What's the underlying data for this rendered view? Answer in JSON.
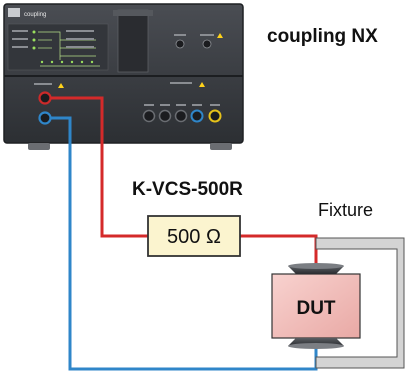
{
  "device": {
    "name_label": "coupling NX",
    "panel_brand": "coupling"
  },
  "resistor_module": {
    "name_label": "K-VCS-500R",
    "value_label": "500 Ω"
  },
  "fixture": {
    "label": "Fixture",
    "dut_label": "DUT"
  },
  "colors": {
    "red_wire": "#d42a2a",
    "blue_wire": "#2f86c9",
    "device_body": "#3a3d42",
    "resistor_fill": "#fbf4cf",
    "dut_fill": "#f4c6c3",
    "fixture_frame": "#d4d4d4"
  }
}
